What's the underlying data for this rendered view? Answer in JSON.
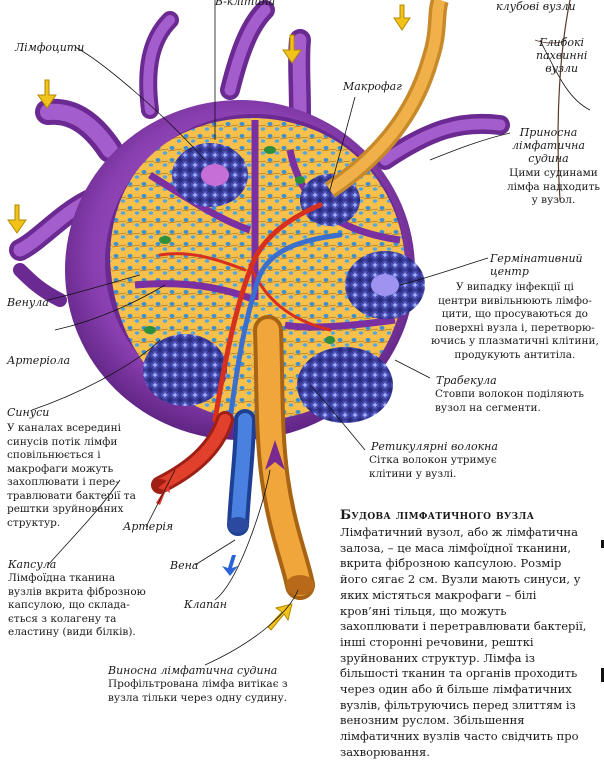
{
  "labels": {
    "b_cell": "В-клітина",
    "iliac": "клубові вузли",
    "lymphocytes": "Лімфоцити",
    "deep_inguinal": "Глибокі\nпахвинні\nвузли",
    "macrophage": "Макрофаг",
    "afferent_title": "Приносна\nлімфатична\nсудина",
    "afferent_text": "Цими судинами\nлімфа надходить\nу вузол.",
    "germinal_title": "Гермінативний\nцентр",
    "germinal_text": "У випадку інфекції ці\nцентри вивільнюють лімфо-\nцити, що просуваються до\nповерхні вузла і, перетворю-\nючись у плазматичні клітини,\nпродукують антитіла.",
    "venule": "Венула",
    "arteriole": "Артеріола",
    "trabecula_title": "Трабекула",
    "trabecula_text": "Стовпи волокон поділяють\nвузол на сегменти.",
    "sinuses_title": "Синуси",
    "sinuses_text": "У каналах всередині\nсинусів потік лімфи\nсповільнюється і\nмакрофаги можуть\nзахоплювати і пере-\nтравлювати бактерії та\nрештки зруйнованих\nструктур.",
    "reticular_title": "Ретикулярні волокна",
    "reticular_text": "Сітка волокон утримує\nклітини у вузлі.",
    "artery": "Артерія",
    "capsule_title": "Капсула",
    "capsule_text": "Лімфоїдна тканина\nвузлів вкрита фіброзною\nкапсулою, що склада-\nється з колагену та\nеластину (види білків).",
    "vein": "Вена",
    "valve": "Клапан",
    "efferent_title": "Виносна лімфатична судина",
    "efferent_text": "Профільтрована лімфа витікає з\nвузла тільки через одну судину."
  },
  "article": {
    "heading": "Будова лімфатичного вузла",
    "body": "Лімфатичний вузол, або ж лімфатична залоза, – це маса лімфоїдної тканини, вкрита фіброзною капсулою. Розмір його сягає 2 см. Вузли мають синуси, у яких містяться макрофаги – білі кров’яні тільця, що можуть захоплювати і перетравлювати бактерії, інші сторонні речовини, решткі зруйнованих структур. Лімфа із більшості тканин та органів проходить через один або й більше лімфатичних вузлів, фільтруючись перед злиттям із венозним руслом. Збільшення лімфатичних вузлів часто свідчить про захворювання."
  },
  "colors": {
    "capsule": "#8a3fb0",
    "capsule_dark": "#4e1a72",
    "cortex": "#f4b93a",
    "follicle": "#4a4fb8",
    "artery": "#d8301f",
    "vein": "#3a6fd0",
    "arrow": "#f2c21a",
    "arrow_red": "#e23a2a",
    "arrow_blue": "#2b63d8",
    "efferent": "#e69a2a"
  }
}
